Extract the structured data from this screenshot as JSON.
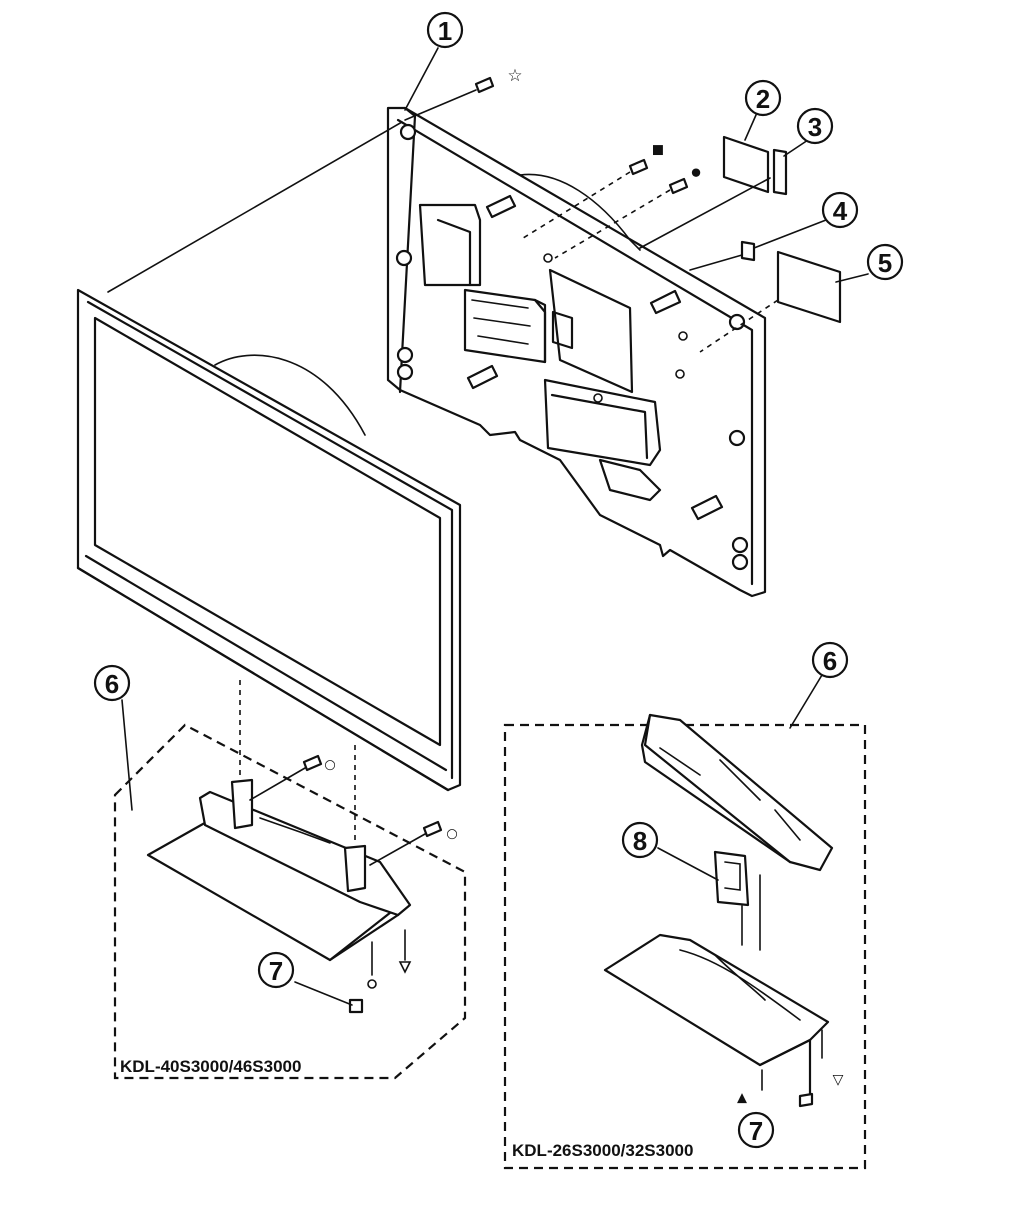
{
  "callouts": {
    "c1": "1",
    "c2": "2",
    "c3": "3",
    "c4": "4",
    "c5": "5",
    "c6_left": "6",
    "c6_right": "6",
    "c7_left": "7",
    "c7_right": "7",
    "c8": "8"
  },
  "models": {
    "left_group": "KDL-40S3000/46S3000",
    "right_group": "KDL-26S3000/32S3000"
  },
  "screw_marks": {
    "star": "☆",
    "square": "■",
    "filled_dot": "●",
    "circle": "○",
    "triangle_up": "▲",
    "triangle_down": "▽"
  }
}
